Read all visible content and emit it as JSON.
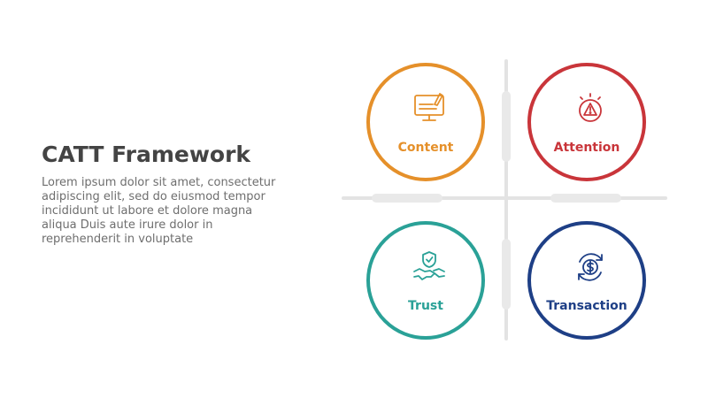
{
  "header": {
    "title": "CATT Framework",
    "body_lines": [
      "Lorem ipsum dolor sit amet, consectetur",
      "adipiscing elit, sed do eiusmod tempor",
      "incididunt ut labore et dolore magna",
      "aliqua Duis aute irure dolor in",
      "reprehenderit in voluptate"
    ]
  },
  "quadrants": [
    {
      "label": "Content",
      "color": "#e5902a",
      "icon": "computer-pen-icon"
    },
    {
      "label": "Attention",
      "color": "#c9353a",
      "icon": "alert-warning-icon"
    },
    {
      "label": "Trust",
      "color": "#2aa197",
      "icon": "handshake-shield-icon"
    },
    {
      "label": "Transaction",
      "color": "#1e3f86",
      "icon": "dollar-cycle-icon"
    }
  ]
}
